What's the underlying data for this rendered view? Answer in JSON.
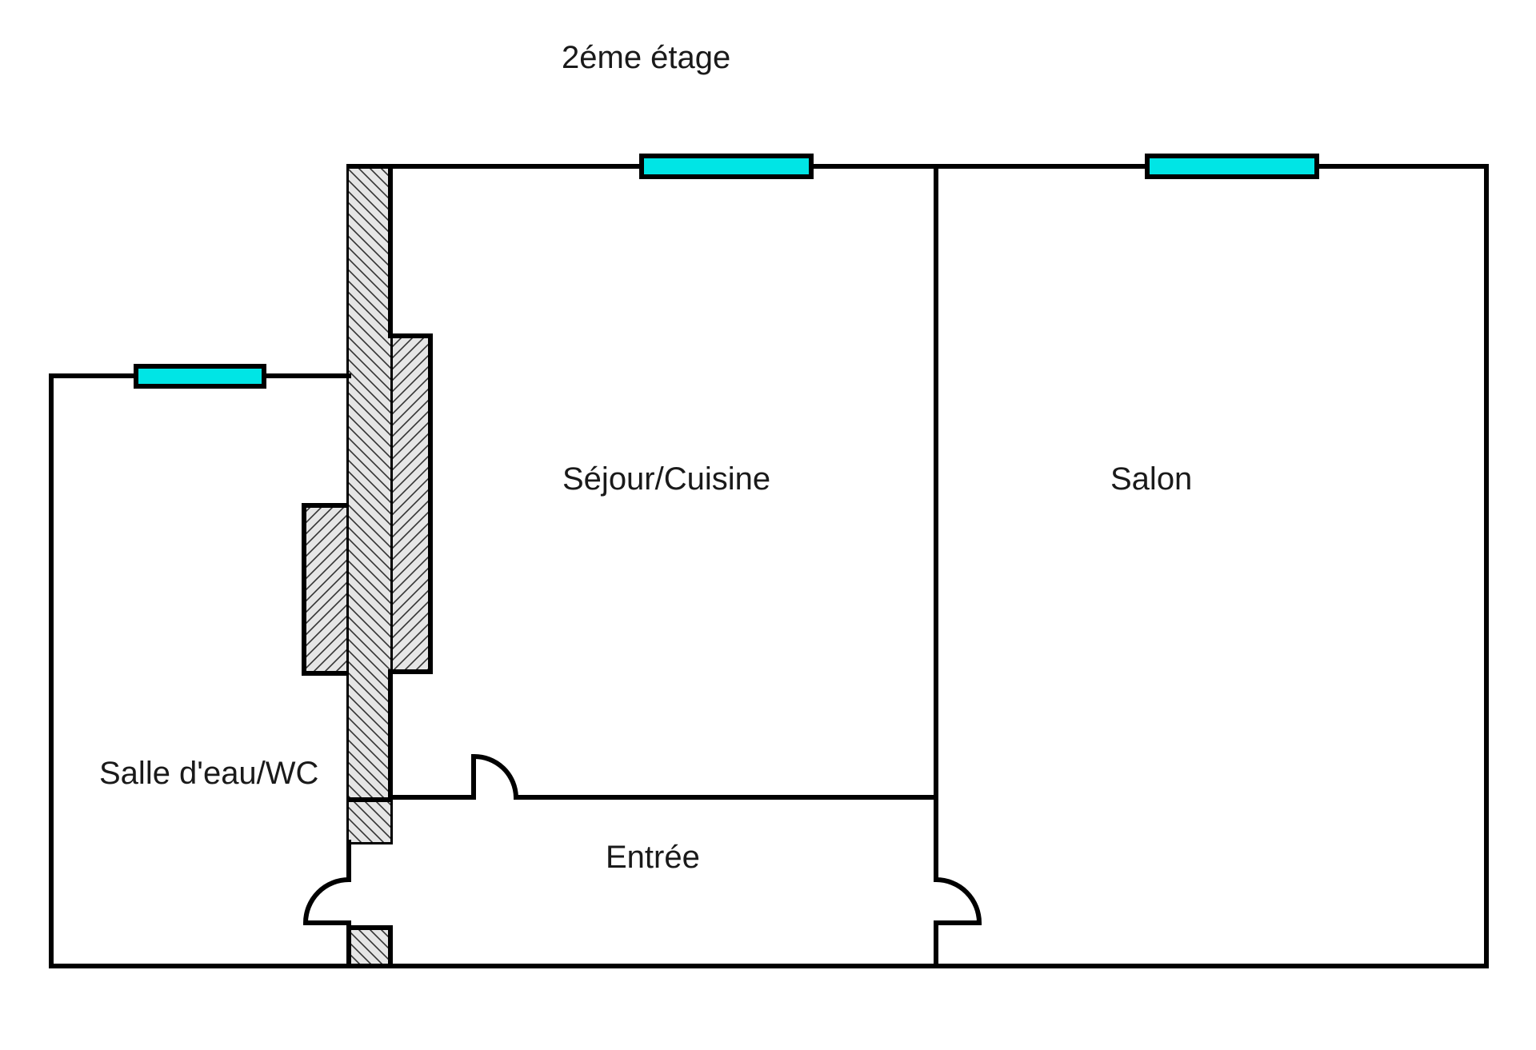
{
  "diagram": {
    "title": "2éme étage",
    "rooms": {
      "sejour": "Séjour/Cuisine",
      "salon": "Salon",
      "salle_eau": "Salle d'eau/WC",
      "entree": "Entrée"
    },
    "colors": {
      "wall": "#000000",
      "window": "#00e5e5",
      "hatch_fill": "#e6e6e6",
      "background": "#ffffff"
    },
    "elements": {
      "windows": 3,
      "doors": 3,
      "hatched_wall": "chimney / load-bearing wall"
    }
  }
}
